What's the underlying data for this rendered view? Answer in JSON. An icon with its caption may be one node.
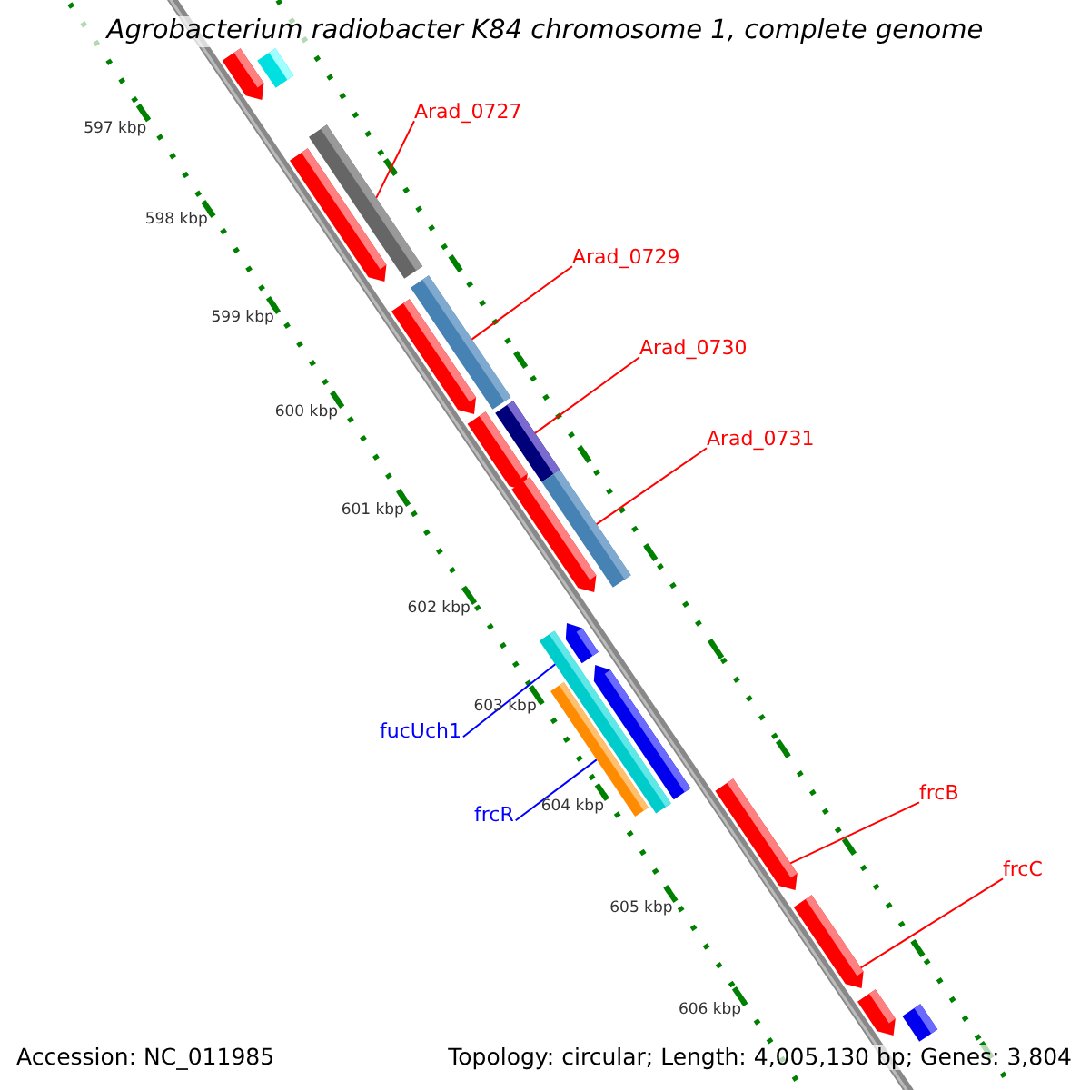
{
  "diagram": {
    "title": "Agrobacterium radiobacter K84 chromosome 1, complete genome",
    "nodes": [
      {
        "text": [
          "Arad_0727"
        ]
      },
      {
        "text": [],
        "shape": "bar"
      },
      {
        "text": [
          "Arad_0729"
        ]
      },
      {
        "text": [],
        "shape": "bar"
      },
      {
        "text": [
          "Arad_0730"
        ]
      },
      {
        "text": [],
        "shape": "bar"
      },
      {
        "text": [
          "Arad_0731"
        ]
      },
      {
        "text": [],
        "shape": "bar"
      },
      {
        "text": [
          "fucUch1"
        ]
      },
      {
        "text": [],
        "shape": "bar"
      },
      {
        "text": [
          "frcR"
        ]
      },
      {
        "text": [],
        "shape": "bar"
      },
      {
        "text": [
          "frcB"
        ]
      },
      {
        "text": [],
        "shape": "bar"
      },
      {
        "text": [
          "frcC"
        ]
      },
      {
        "text": [],
        "shape": "bar"
      },
      {
        "text": [],
        "shape": "bar"
      },
      {
        "text": [],
        "shape": "bar"
      },
      {
        "text": [],
        "shape": "bar"
      },
      {
        "text": [],
        "shape": "bar"
      },
      {
        "text": [],
        "shape": "bar"
      },
      {
        "text": [],
        "shape": "bar"
      },
      {
        "text": [],
        "shape": "bar"
      },
      {
        "text": [],
        "shape": "bar"
      },
      {
        "text": [],
        "shape": "bar"
      },
      {
        "text": [],
        "shape": "bar"
      }
    ],
    "edges": [
      {
        "from": 0,
        "to": 1,
        "arrow": "none"
      },
      {
        "from": 2,
        "to": 3,
        "arrow": "none"
      },
      {
        "from": 4,
        "to": 5,
        "arrow": "none"
      },
      {
        "from": 6,
        "to": 7,
        "arrow": "none"
      },
      {
        "from": 8,
        "to": 9,
        "arrow": "none",
        "color": "#0000ff"
      },
      {
        "from": 10,
        "to": 11,
        "arrow": "none",
        "color": "#0000ff"
      },
      {
        "from": 12,
        "to": 13,
        "arrow": "none"
      },
      {
        "from": 14,
        "to": 15,
        "arrow": "none"
      }
    ],
    "labels": [
      "597 kbp",
      "598 kbp",
      "599 kbp",
      "600 kbp",
      "601 kbp",
      "602 kbp",
      "603 kbp",
      "604 kbp",
      "605 kbp",
      "606 kbp",
      "Accession: NC_011985",
      "Topology: circular; Length: 4,005,130 bp; Genes: 3,804"
    ]
  }
}
